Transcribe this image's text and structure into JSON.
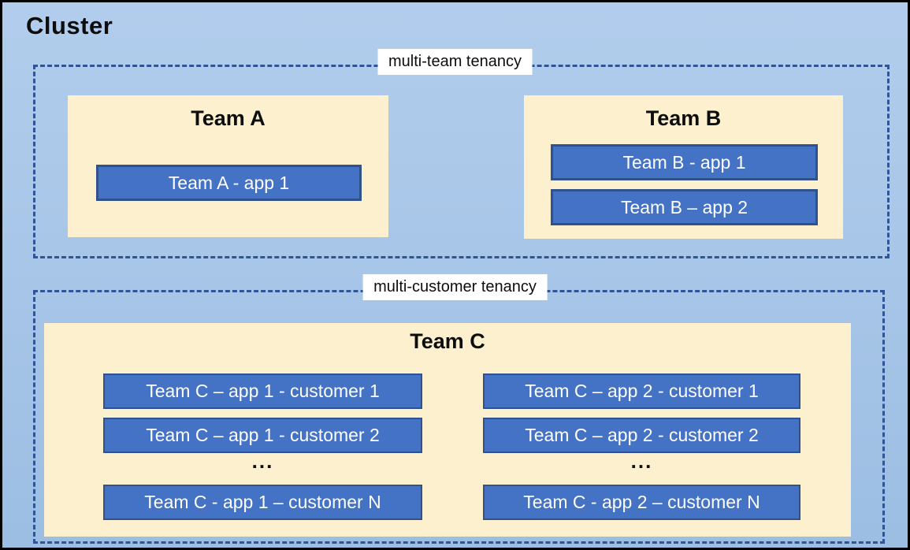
{
  "colors": {
    "canvas-bg-top": "#B2CDEC",
    "canvas-bg-bottom": "#9CBEE3",
    "panel-cream": "#FCF0CE",
    "app-blue": "#4472C4",
    "app-border": "#2F528F",
    "dash-blue": "#2F5597",
    "text-dark": "#0D0D0D",
    "text-light": "#FFFFFF"
  },
  "cluster": {
    "title": "Cluster",
    "sections": [
      {
        "label": "multi-team tenancy",
        "teams": [
          {
            "name": "Team A",
            "apps": [
              "Team A - app 1"
            ]
          },
          {
            "name": "Team B",
            "apps": [
              "Team B - app 1",
              "Team B – app 2"
            ]
          }
        ]
      },
      {
        "label": "multi-customer tenancy",
        "teams": [
          {
            "name": "Team C",
            "app_columns": [
              [
                "Team C – app 1 - customer 1",
                "Team C – app 1 - customer 2",
                "...",
                "Team C - app 1 – customer N"
              ],
              [
                "Team C – app 2 - customer 1",
                "Team C – app 2 - customer 2",
                "...",
                "Team C - app 2 – customer N"
              ]
            ]
          }
        ]
      }
    ]
  }
}
